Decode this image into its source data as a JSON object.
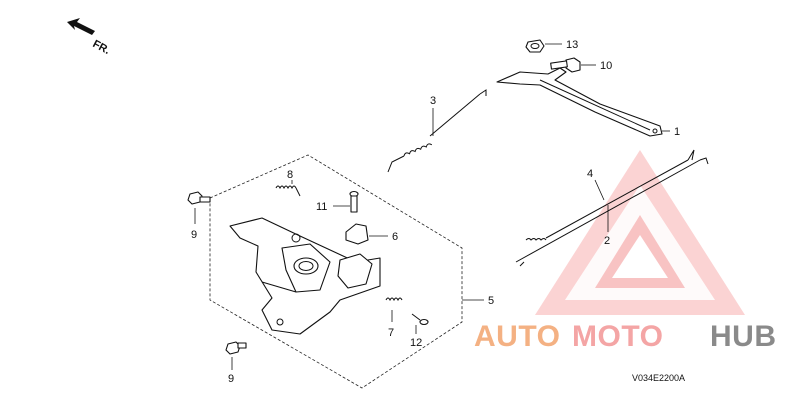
{
  "orientation": {
    "label": "FR."
  },
  "callouts": {
    "p1": "1",
    "p2": "2",
    "p3": "3",
    "p4": "4",
    "p5": "5",
    "p6": "6",
    "p7": "7",
    "p8": "8",
    "p9a": "9",
    "p9b": "9",
    "p10": "10",
    "p11": "11",
    "p12": "12",
    "p13": "13"
  },
  "diagram_code": "V034E2200A",
  "watermark": {
    "part1": "AUTO",
    "part2": "MOTO",
    "part3": "HUB",
    "colors": {
      "auto": "#f4b183",
      "moto": "#f4a5a5",
      "hub": "#8a8a8a",
      "logo": "#f08080"
    }
  }
}
